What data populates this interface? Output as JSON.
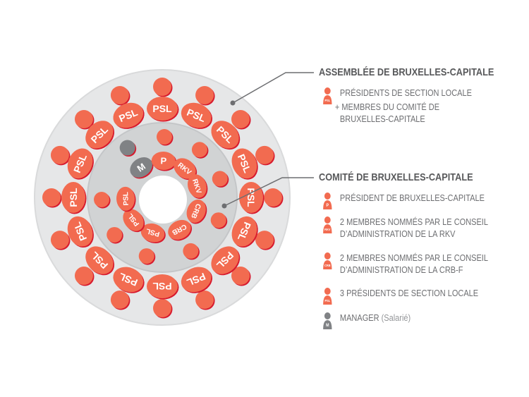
{
  "colors": {
    "accent": "#f26b50",
    "manager": "#808285",
    "outer": "#e6e7e8",
    "inner": "#d1d3d4",
    "text": "#6d6e71"
  },
  "diagram": {
    "outer_ring": [
      "PSL",
      "PSL",
      "PSL",
      "PSL",
      "PSL",
      "PSL",
      "PSL",
      "PSL",
      "PSL",
      "PSL",
      "PSL",
      "PSL",
      "PSL",
      "PSL",
      "PSL",
      "PSL"
    ],
    "inner_ring": [
      "M",
      "P",
      "RKV",
      "RKV",
      "CRB",
      "CRB",
      "PSL",
      "PSL",
      "PSL"
    ]
  },
  "assembly": {
    "title": "ASSEMBLÉE DE BRUXELLES-CAPITALE",
    "icon_label": "PSL",
    "line1": "PRÉSIDENTS DE SECTION LOCALE",
    "line2": "+ MEMBRES DU COMITÉ DE",
    "line3": "BRUXELLES-CAPITALE"
  },
  "committee": {
    "title": "COMITÉ DE BRUXELLES-CAPITALE",
    "items": [
      {
        "icon": "P",
        "line1": "PRÉSIDENT DE BRUXELLES-CAPITALE",
        "line2": ""
      },
      {
        "icon": "RKV",
        "line1": "2 MEMBRES NOMMÉS PAR LE CONSEIL",
        "line2": "D’ADMINISTRATION DE LA RKV"
      },
      {
        "icon": "CRB",
        "line1": "2 MEMBRES NOMMÉS PAR LE CONSEIL",
        "line2": "D’ADMINISTRATION DE LA CRB-F"
      },
      {
        "icon": "PSL",
        "line1": "3 PRÉSIDENTS DE SECTION LOCALE",
        "line2": ""
      },
      {
        "icon": "M",
        "line1": "MANAGER",
        "line2": "",
        "suffix": "(Salarié)"
      }
    ]
  }
}
